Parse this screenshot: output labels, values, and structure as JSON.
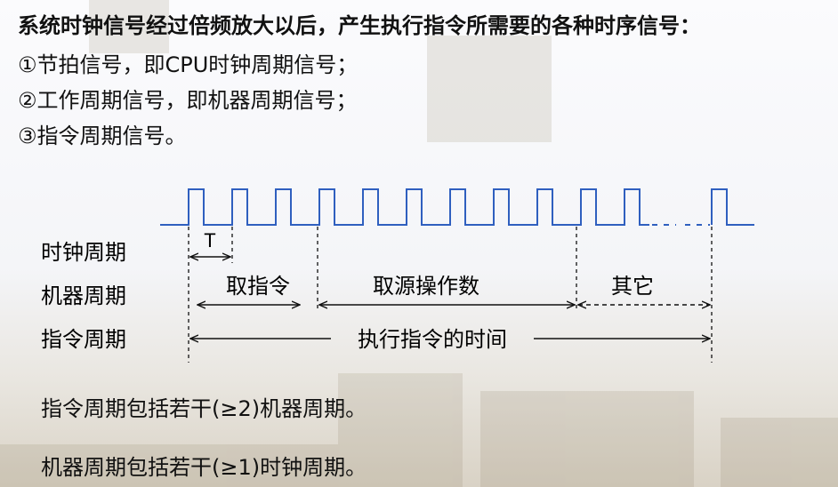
{
  "heading": {
    "line1": "系统时钟信号经过倍频放大以后，产生执行指令所需要的各种时序信号：",
    "line2": "①节拍信号，即CPU时钟周期信号；",
    "line3": "②工作周期信号，即机器周期信号；",
    "line4": "③指令周期信号。"
  },
  "diagram": {
    "row_labels": {
      "clock": "时钟周期",
      "machine": "机器周期",
      "instruction": "指令周期"
    },
    "period_label": "T",
    "machine_segments": {
      "fetch": "取指令",
      "operand": "取源操作数",
      "other": "其它"
    },
    "execute_label": "执行指令的时间"
  },
  "notes": {
    "note1": "指令周期包括若干(≥2)机器周期。",
    "note2": "机器周期包括若干(≥1)时钟周期。"
  },
  "colors": {
    "waveform": "#2f5fbf",
    "text": "#111111"
  }
}
